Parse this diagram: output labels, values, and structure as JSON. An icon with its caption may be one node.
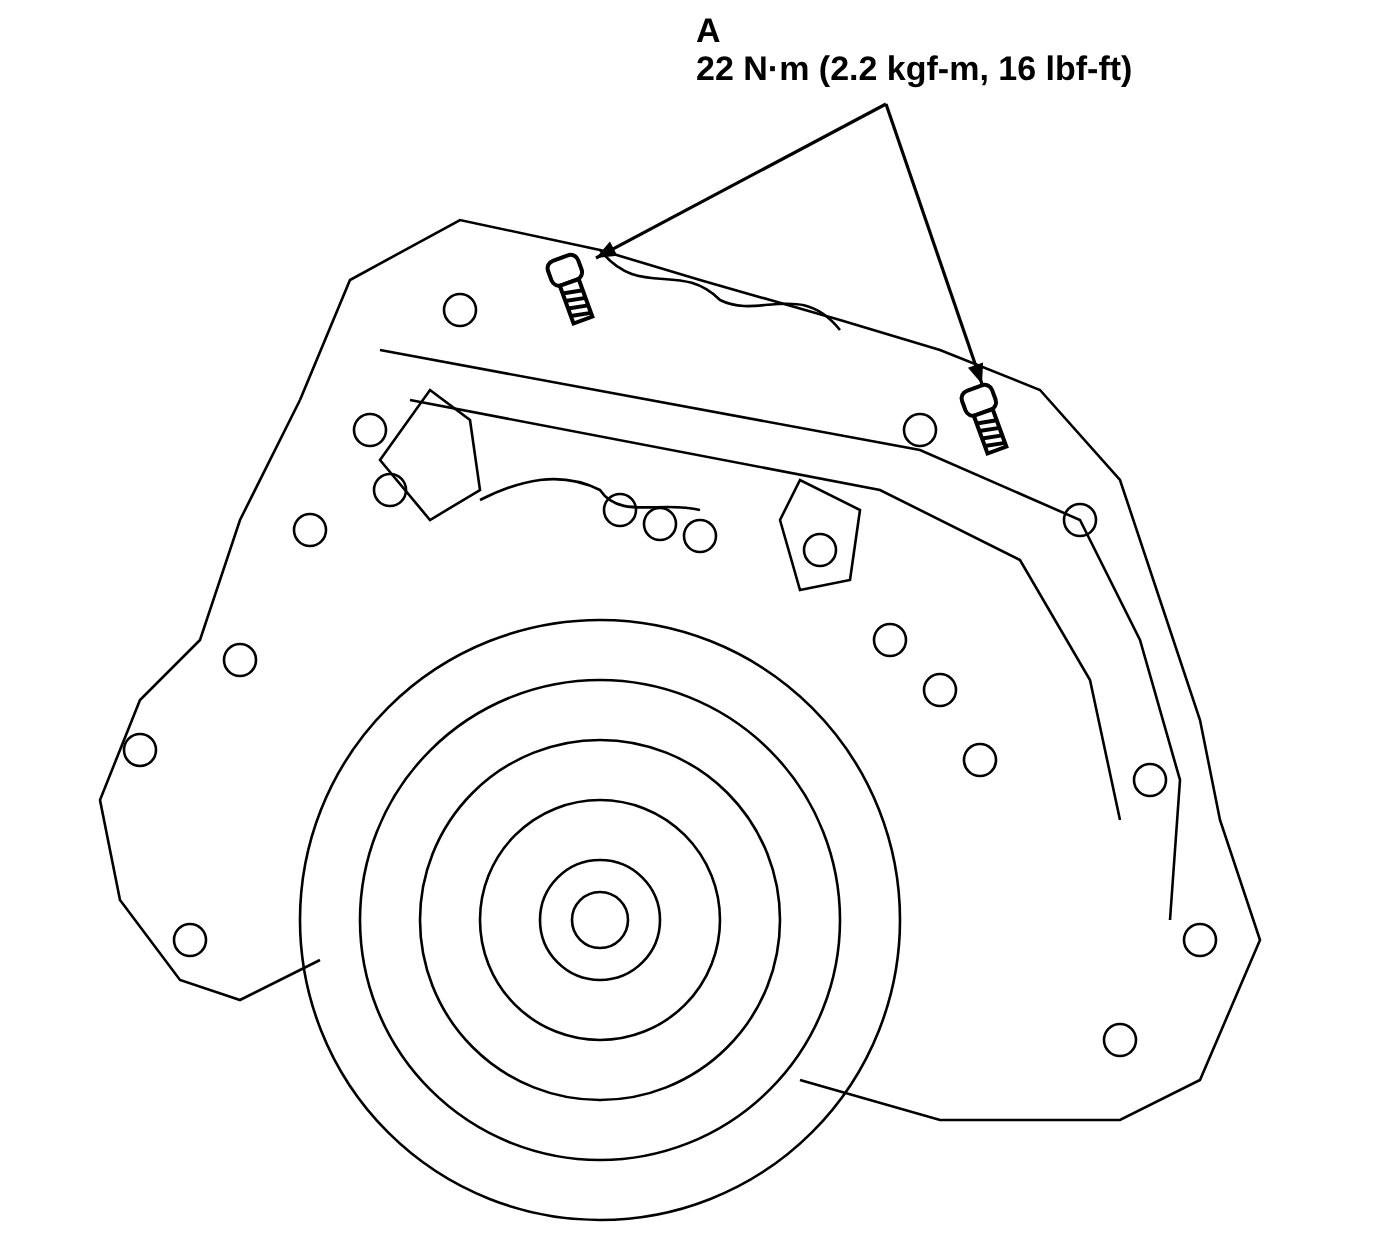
{
  "diagram": {
    "nodes": [
      {
        "text": [
          "A",
          "22 N·m (2.2 kgf-m, 16 lbf-ft)"
        ]
      },
      {
        "text": [],
        "shape": "picture"
      },
      {
        "text": [],
        "shape": "picture"
      }
    ],
    "edges": [
      {
        "from": 0,
        "to": 1,
        "arrow": "to"
      },
      {
        "from": 0,
        "to": 2,
        "arrow": "to"
      }
    ]
  }
}
